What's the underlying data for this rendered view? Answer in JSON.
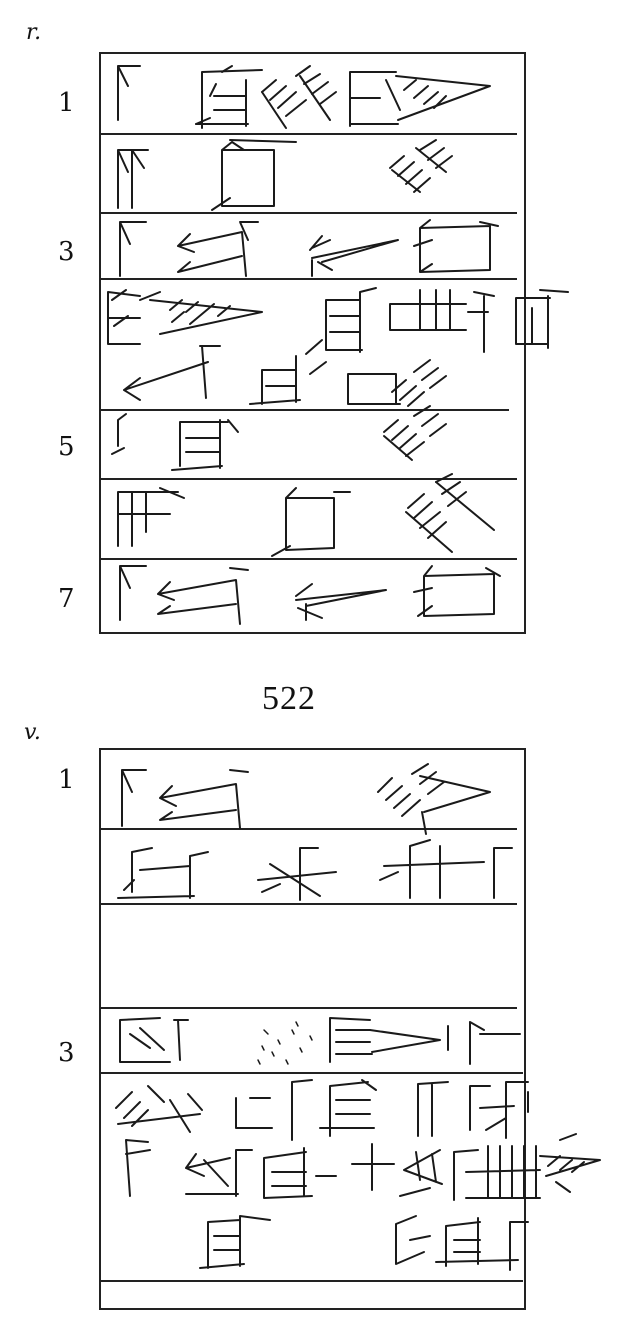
{
  "obverse": {
    "side_label": "r.",
    "line_numbers": [
      "1",
      "3",
      "5",
      "7"
    ]
  },
  "text_number": "522",
  "reverse": {
    "side_label": "v.",
    "line_numbers": [
      "1",
      "3"
    ]
  }
}
